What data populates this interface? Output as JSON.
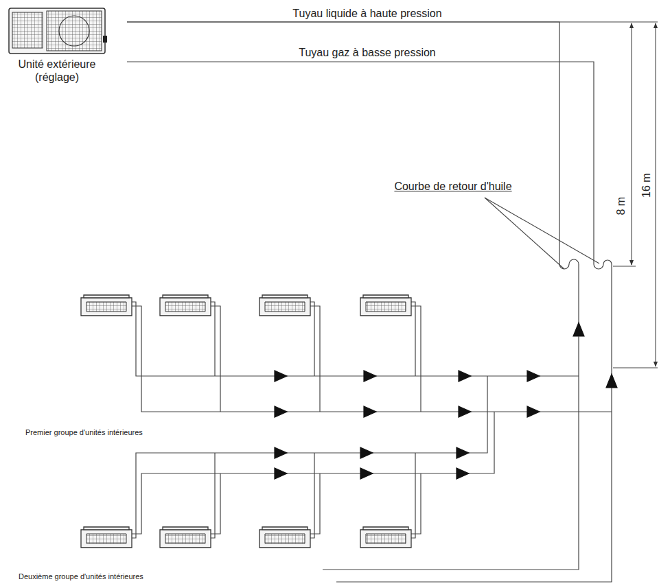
{
  "diagram": {
    "nodes": [
      {
        "text": [
          "Unité extérieure (réglage)"
        ]
      }
    ],
    "labels": [
      "Tuyau liquide à haute pression",
      "Tuyau gaz à basse pression",
      "Courbe de retour d'huile",
      "8 m",
      "16 m",
      "Premier groupe d'unités intérieures",
      "Deuxième groupe d'unités intérieures"
    ]
  }
}
